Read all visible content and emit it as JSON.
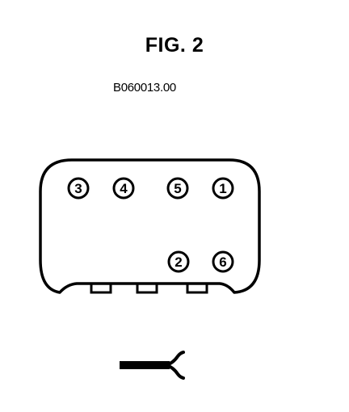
{
  "figure": {
    "title": "FIG. 2",
    "reference": "B060013.00"
  },
  "connector": {
    "pins": [
      {
        "label": "3"
      },
      {
        "label": "4"
      },
      {
        "label": "5"
      },
      {
        "label": "1"
      },
      {
        "label": "2"
      },
      {
        "label": "6"
      }
    ]
  },
  "icons": {
    "wire_harness": "wire-harness-icon"
  },
  "colors": {
    "line": "#000000",
    "background": "#ffffff"
  }
}
